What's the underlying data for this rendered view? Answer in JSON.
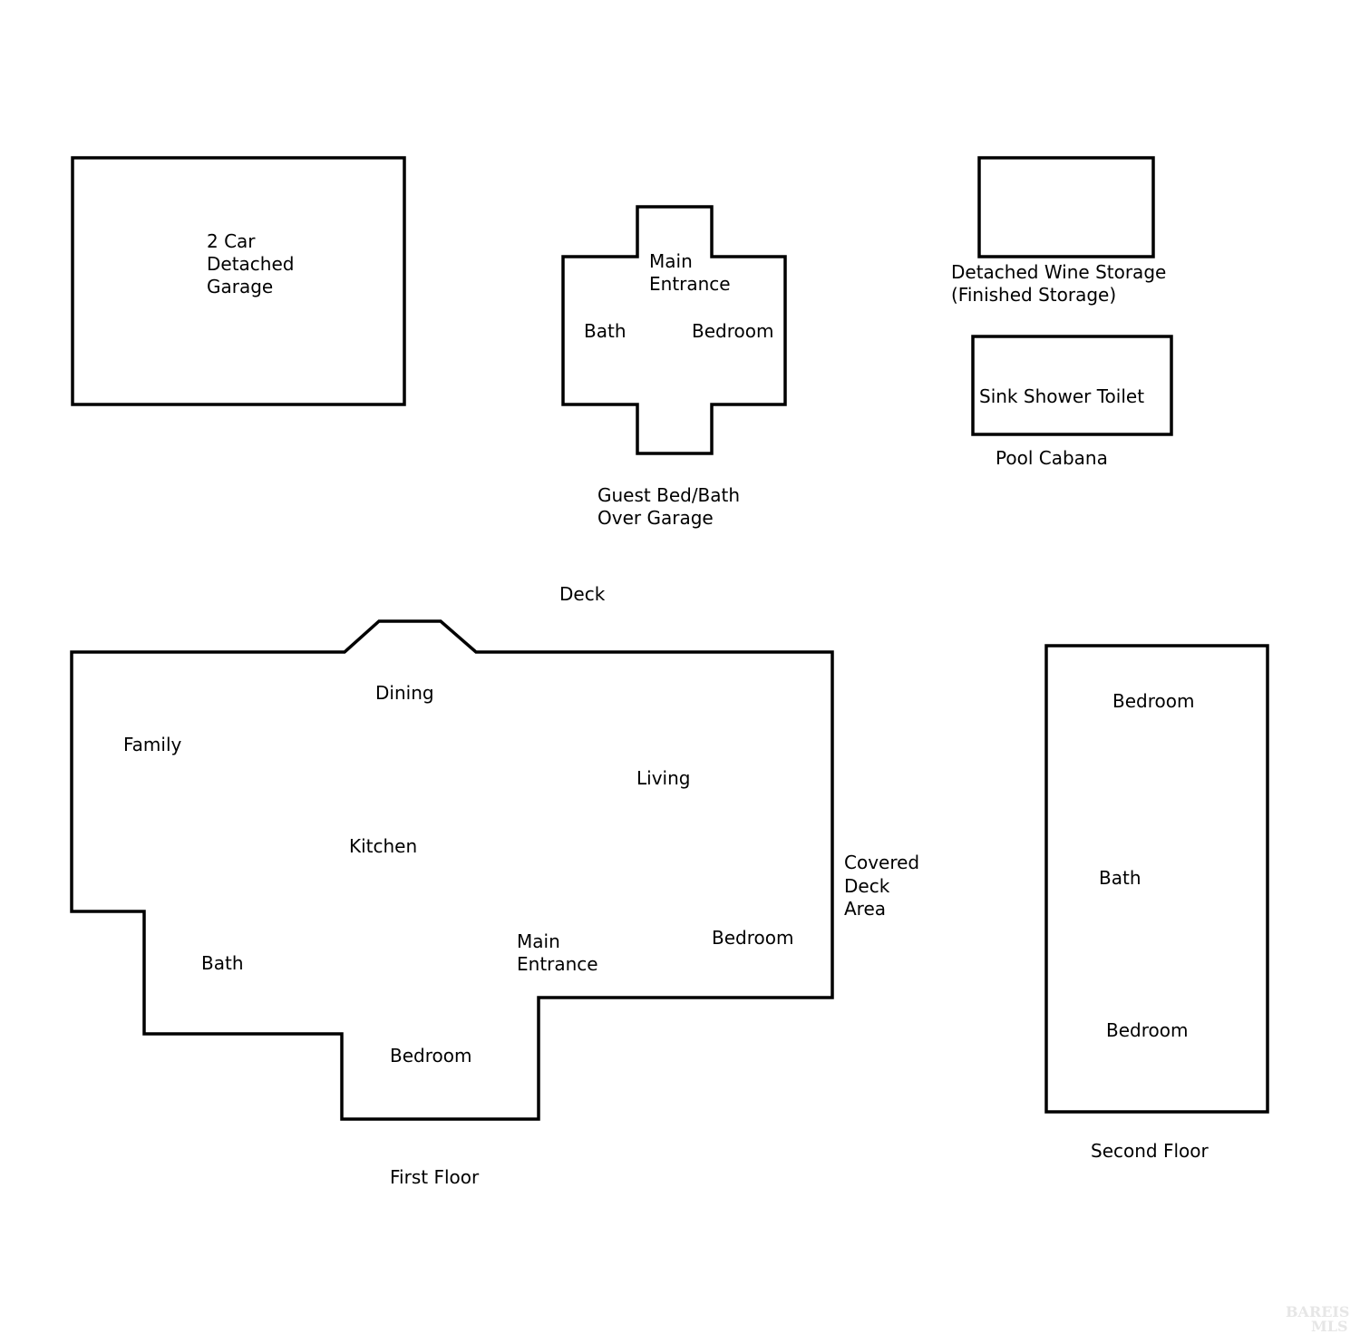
{
  "garage": {
    "lines": [
      "2 Car",
      "Detached",
      "Garage"
    ]
  },
  "guest": {
    "main_entrance": [
      "Main",
      "Entrance"
    ],
    "bath": "Bath",
    "bedroom": "Bedroom",
    "caption": [
      "Guest Bed/Bath",
      "Over Garage"
    ]
  },
  "wine_storage": {
    "caption": [
      "Detached Wine Storage",
      "(Finished Storage)"
    ]
  },
  "cabana": {
    "fixtures": "Sink Shower Toilet",
    "caption": "Pool Cabana"
  },
  "deck": "Deck",
  "first_floor": {
    "dining": "Dining",
    "family": "Family",
    "living": "Living",
    "kitchen": "Kitchen",
    "covered_deck": [
      "Covered",
      "Deck",
      "Area"
    ],
    "main_entrance": [
      "Main",
      "Entrance"
    ],
    "bedroom_right": "Bedroom",
    "bath": "Bath",
    "bedroom_bottom": "Bedroom",
    "caption": "First Floor"
  },
  "second_floor": {
    "bedroom_top": "Bedroom",
    "bath": "Bath",
    "bedroom_bottom": "Bedroom",
    "caption": "Second Floor"
  },
  "watermark": {
    "line1": "BAREIS",
    "line2": "MLS"
  }
}
